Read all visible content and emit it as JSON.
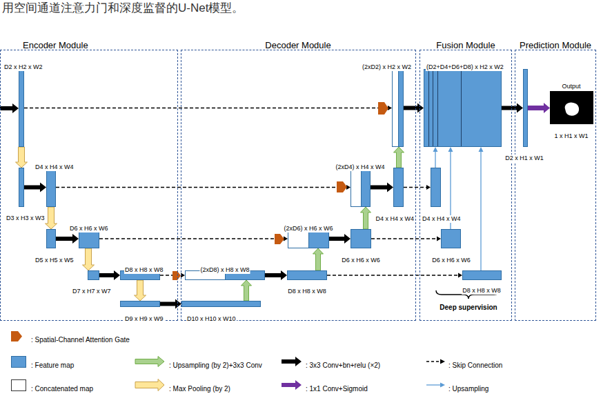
{
  "diagram": {
    "title": "用空间通道注意力门和深度监督的U-Net模型。",
    "nodes": [
      {
        "text": [
          "Encoder Module"
        ]
      },
      {
        "text": [
          "D2 x H2 x W2"
        ],
        "in": 0
      },
      {
        "text": [
          "D3 x H3 x W3"
        ],
        "in": 0
      },
      {
        "text": [
          "D4 x H4 x W4"
        ],
        "in": 0
      },
      {
        "text": [
          "D5 x H5 x W5"
        ],
        "in": 0
      },
      {
        "text": [
          "D6 x H6 x W6"
        ],
        "in": 0
      },
      {
        "text": [
          "D7 x H7 x W7"
        ],
        "in": 0
      },
      {
        "text": [
          "D8 x H8 x W8"
        ],
        "in": 0
      },
      {
        "text": [
          "D9 x H9 x W9"
        ],
        "in": 0
      },
      {
        "text": [
          "Decoder Module"
        ]
      },
      {
        "text": [
          "(2xD2) x H2 x W2"
        ],
        "in": 9
      },
      {
        "text": [
          "(2xD4) x H4 x W4"
        ],
        "in": 9
      },
      {
        "text": [
          "D4 x H4 x W4"
        ],
        "in": 9
      },
      {
        "text": [
          "(2xD6) x H6 x W6"
        ],
        "in": 9
      },
      {
        "text": [
          "D6 x H6 x W6"
        ],
        "in": 9
      },
      {
        "text": [
          "(2xD8) x H8 x W8"
        ],
        "in": 9
      },
      {
        "text": [
          "D8 x H8 x W8"
        ],
        "in": 9
      },
      {
        "text": [
          "D10 x H10 x W10"
        ],
        "in": 9
      },
      {
        "text": [
          "Fusion Module"
        ]
      },
      {
        "text": [
          "(D2+D4+D6+D8) x H2 x W2"
        ],
        "in": 18
      },
      {
        "text": [
          "D4 x H4 x W4"
        ],
        "in": 18
      },
      {
        "text": [
          "D6 x H6 x W6"
        ],
        "in": 18
      },
      {
        "text": [
          "D8 x H8 x W8"
        ],
        "in": 18
      },
      {
        "text": [
          "Prediction Module"
        ]
      },
      {
        "text": [
          "D2 x H1 x W1"
        ],
        "in": 23
      },
      {
        "text": [
          "Output",
          "1 x H1 x W1"
        ],
        "in": 23
      }
    ],
    "edges": [
      {
        "from": 1,
        "to": 2,
        "arrow": "to"
      },
      {
        "from": 2,
        "to": 3,
        "arrow": "to"
      },
      {
        "from": 3,
        "to": 4,
        "arrow": "to"
      },
      {
        "from": 4,
        "to": 5,
        "arrow": "to"
      },
      {
        "from": 5,
        "to": 6,
        "arrow": "to"
      },
      {
        "from": 6,
        "to": 7,
        "arrow": "to"
      },
      {
        "from": 7,
        "to": 8,
        "arrow": "to"
      },
      {
        "from": 8,
        "to": 17,
        "arrow": "to"
      },
      {
        "from": 7,
        "to": 15,
        "arrow": "to"
      },
      {
        "from": 17,
        "to": 15,
        "arrow": "to"
      },
      {
        "from": 15,
        "to": 16,
        "arrow": "to"
      },
      {
        "from": 16,
        "to": 13,
        "arrow": "to"
      },
      {
        "from": 5,
        "to": 13,
        "arrow": "to"
      },
      {
        "from": 13,
        "to": 14,
        "arrow": "to"
      },
      {
        "from": 14,
        "to": 11,
        "arrow": "to"
      },
      {
        "from": 3,
        "to": 11,
        "arrow": "to"
      },
      {
        "from": 11,
        "to": 12,
        "arrow": "to"
      },
      {
        "from": 12,
        "to": 10,
        "arrow": "to"
      },
      {
        "from": 1,
        "to": 10,
        "arrow": "to"
      },
      {
        "from": 10,
        "to": 19,
        "arrow": "to"
      },
      {
        "from": 12,
        "to": 20,
        "arrow": "to"
      },
      {
        "from": 14,
        "to": 21,
        "arrow": "to"
      },
      {
        "from": 16,
        "to": 22,
        "arrow": "to"
      },
      {
        "from": 20,
        "to": 19,
        "arrow": "to"
      },
      {
        "from": 21,
        "to": 19,
        "arrow": "to"
      },
      {
        "from": 22,
        "to": 19,
        "arrow": "to"
      },
      {
        "from": 19,
        "to": 24,
        "arrow": "to"
      },
      {
        "from": 24,
        "to": 25,
        "arrow": "to"
      }
    ],
    "labels": [
      "Deep supervision"
    ],
    "legend": [
      {
        "text": ": Spatial-Channel Attention Gate"
      },
      {
        "text": ": Feature map",
        "color": "#5b9bd5"
      },
      {
        "text": ": Upsampling (by 2)+3x3 Conv"
      },
      {
        "text": ": 3x3 Conv+bn+relu (×2)"
      },
      {
        "text": ": Skip Connection"
      },
      {
        "text": ": Concatenated map",
        "color": "#ffffff"
      },
      {
        "text": ": Max Pooling (by 2)"
      },
      {
        "text": ": 1x1 Conv+Sigmoid"
      },
      {
        "text": ": Upsampling"
      }
    ]
  }
}
